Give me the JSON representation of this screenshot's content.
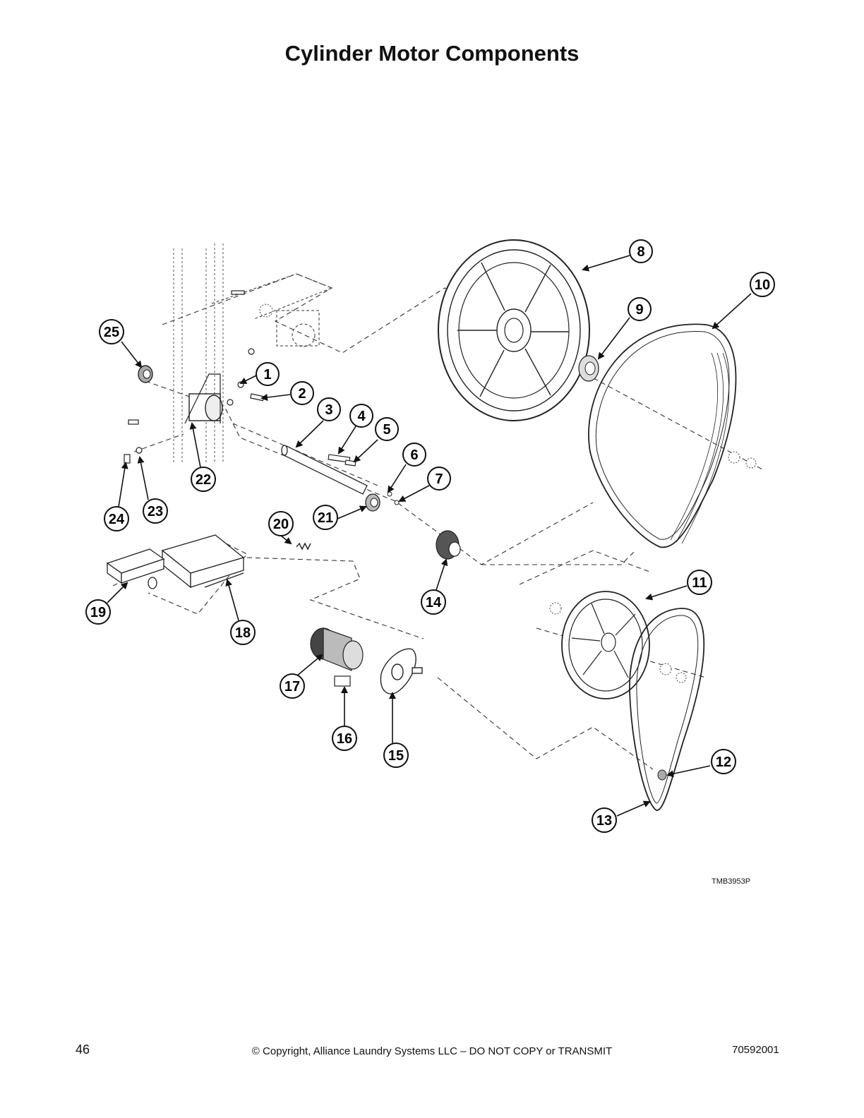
{
  "page": {
    "title": "Cylinder Motor Components",
    "drawing_code": "TMB3953P",
    "page_number": "46",
    "copyright": "© Copyright, Alliance Laundry Systems LLC – DO NOT COPY or TRANSMIT",
    "document_number": "70592001"
  },
  "callouts": [
    "1",
    "2",
    "3",
    "4",
    "5",
    "6",
    "7",
    "8",
    "9",
    "10",
    "11",
    "12",
    "13",
    "14",
    "15",
    "16",
    "17",
    "18",
    "19",
    "20",
    "21",
    "22",
    "23",
    "24",
    "25"
  ]
}
